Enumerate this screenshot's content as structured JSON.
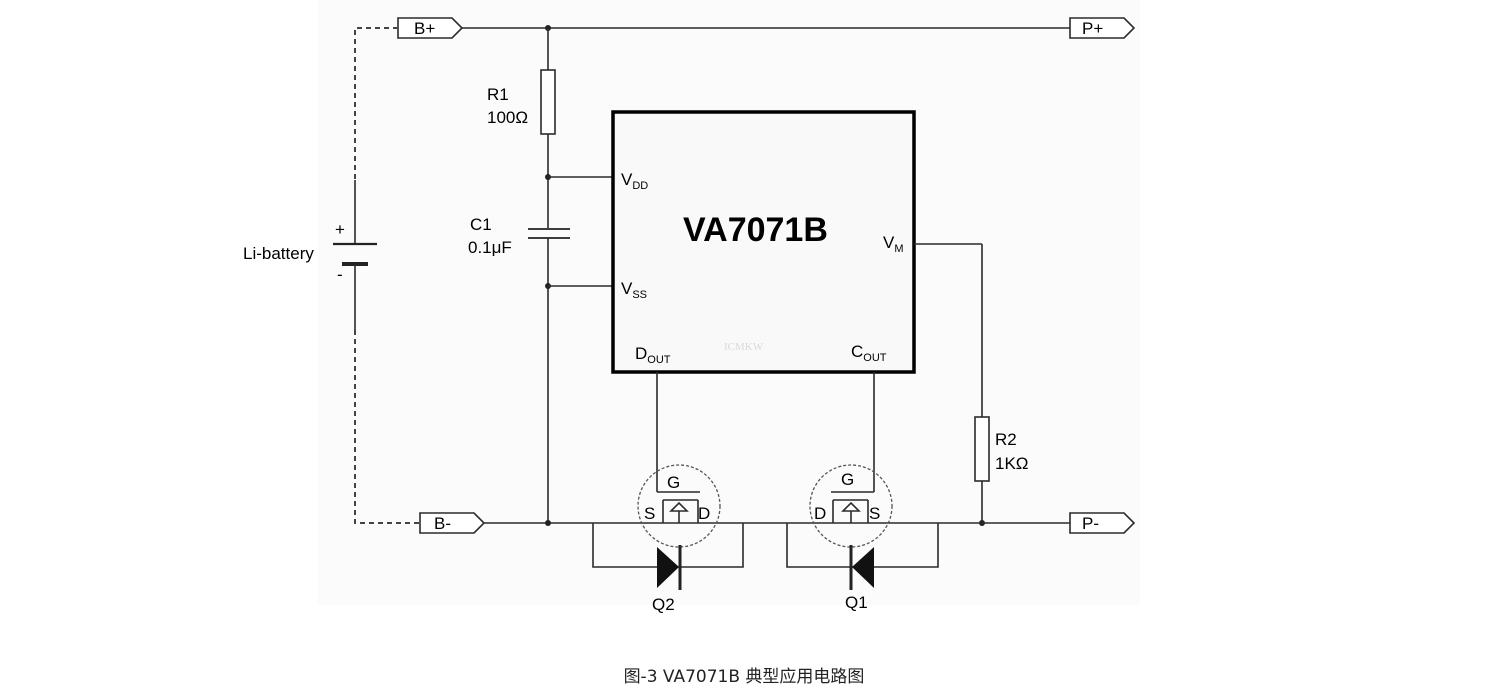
{
  "diagram": {
    "chip": {
      "name": "VA7071B",
      "pins": {
        "vdd": {
          "main": "V",
          "sub": "DD"
        },
        "vss": {
          "main": "V",
          "sub": "SS"
        },
        "vm": {
          "main": "V",
          "sub": "M"
        },
        "dout": {
          "main": "D",
          "sub": "OUT"
        },
        "cout": {
          "main": "C",
          "sub": "OUT"
        }
      },
      "watermark": "ICMKW"
    },
    "ports": {
      "b_plus": "B+",
      "b_minus": "B-",
      "p_plus": "P+",
      "p_minus": "P-"
    },
    "battery": {
      "label": "Li-battery",
      "plus": "+",
      "minus": "-"
    },
    "components": {
      "r1": {
        "name": "R1",
        "value": "100Ω"
      },
      "r2": {
        "name": "R2",
        "value": "1KΩ"
      },
      "c1": {
        "name": "C1",
        "value": "0.1μF"
      },
      "q1": {
        "name": "Q1",
        "gate": "G",
        "left": "D",
        "right": "S"
      },
      "q2": {
        "name": "Q2",
        "gate": "G",
        "left": "S",
        "right": "D"
      }
    },
    "caption": "图-3  VA7071B 典型应用电路图"
  }
}
